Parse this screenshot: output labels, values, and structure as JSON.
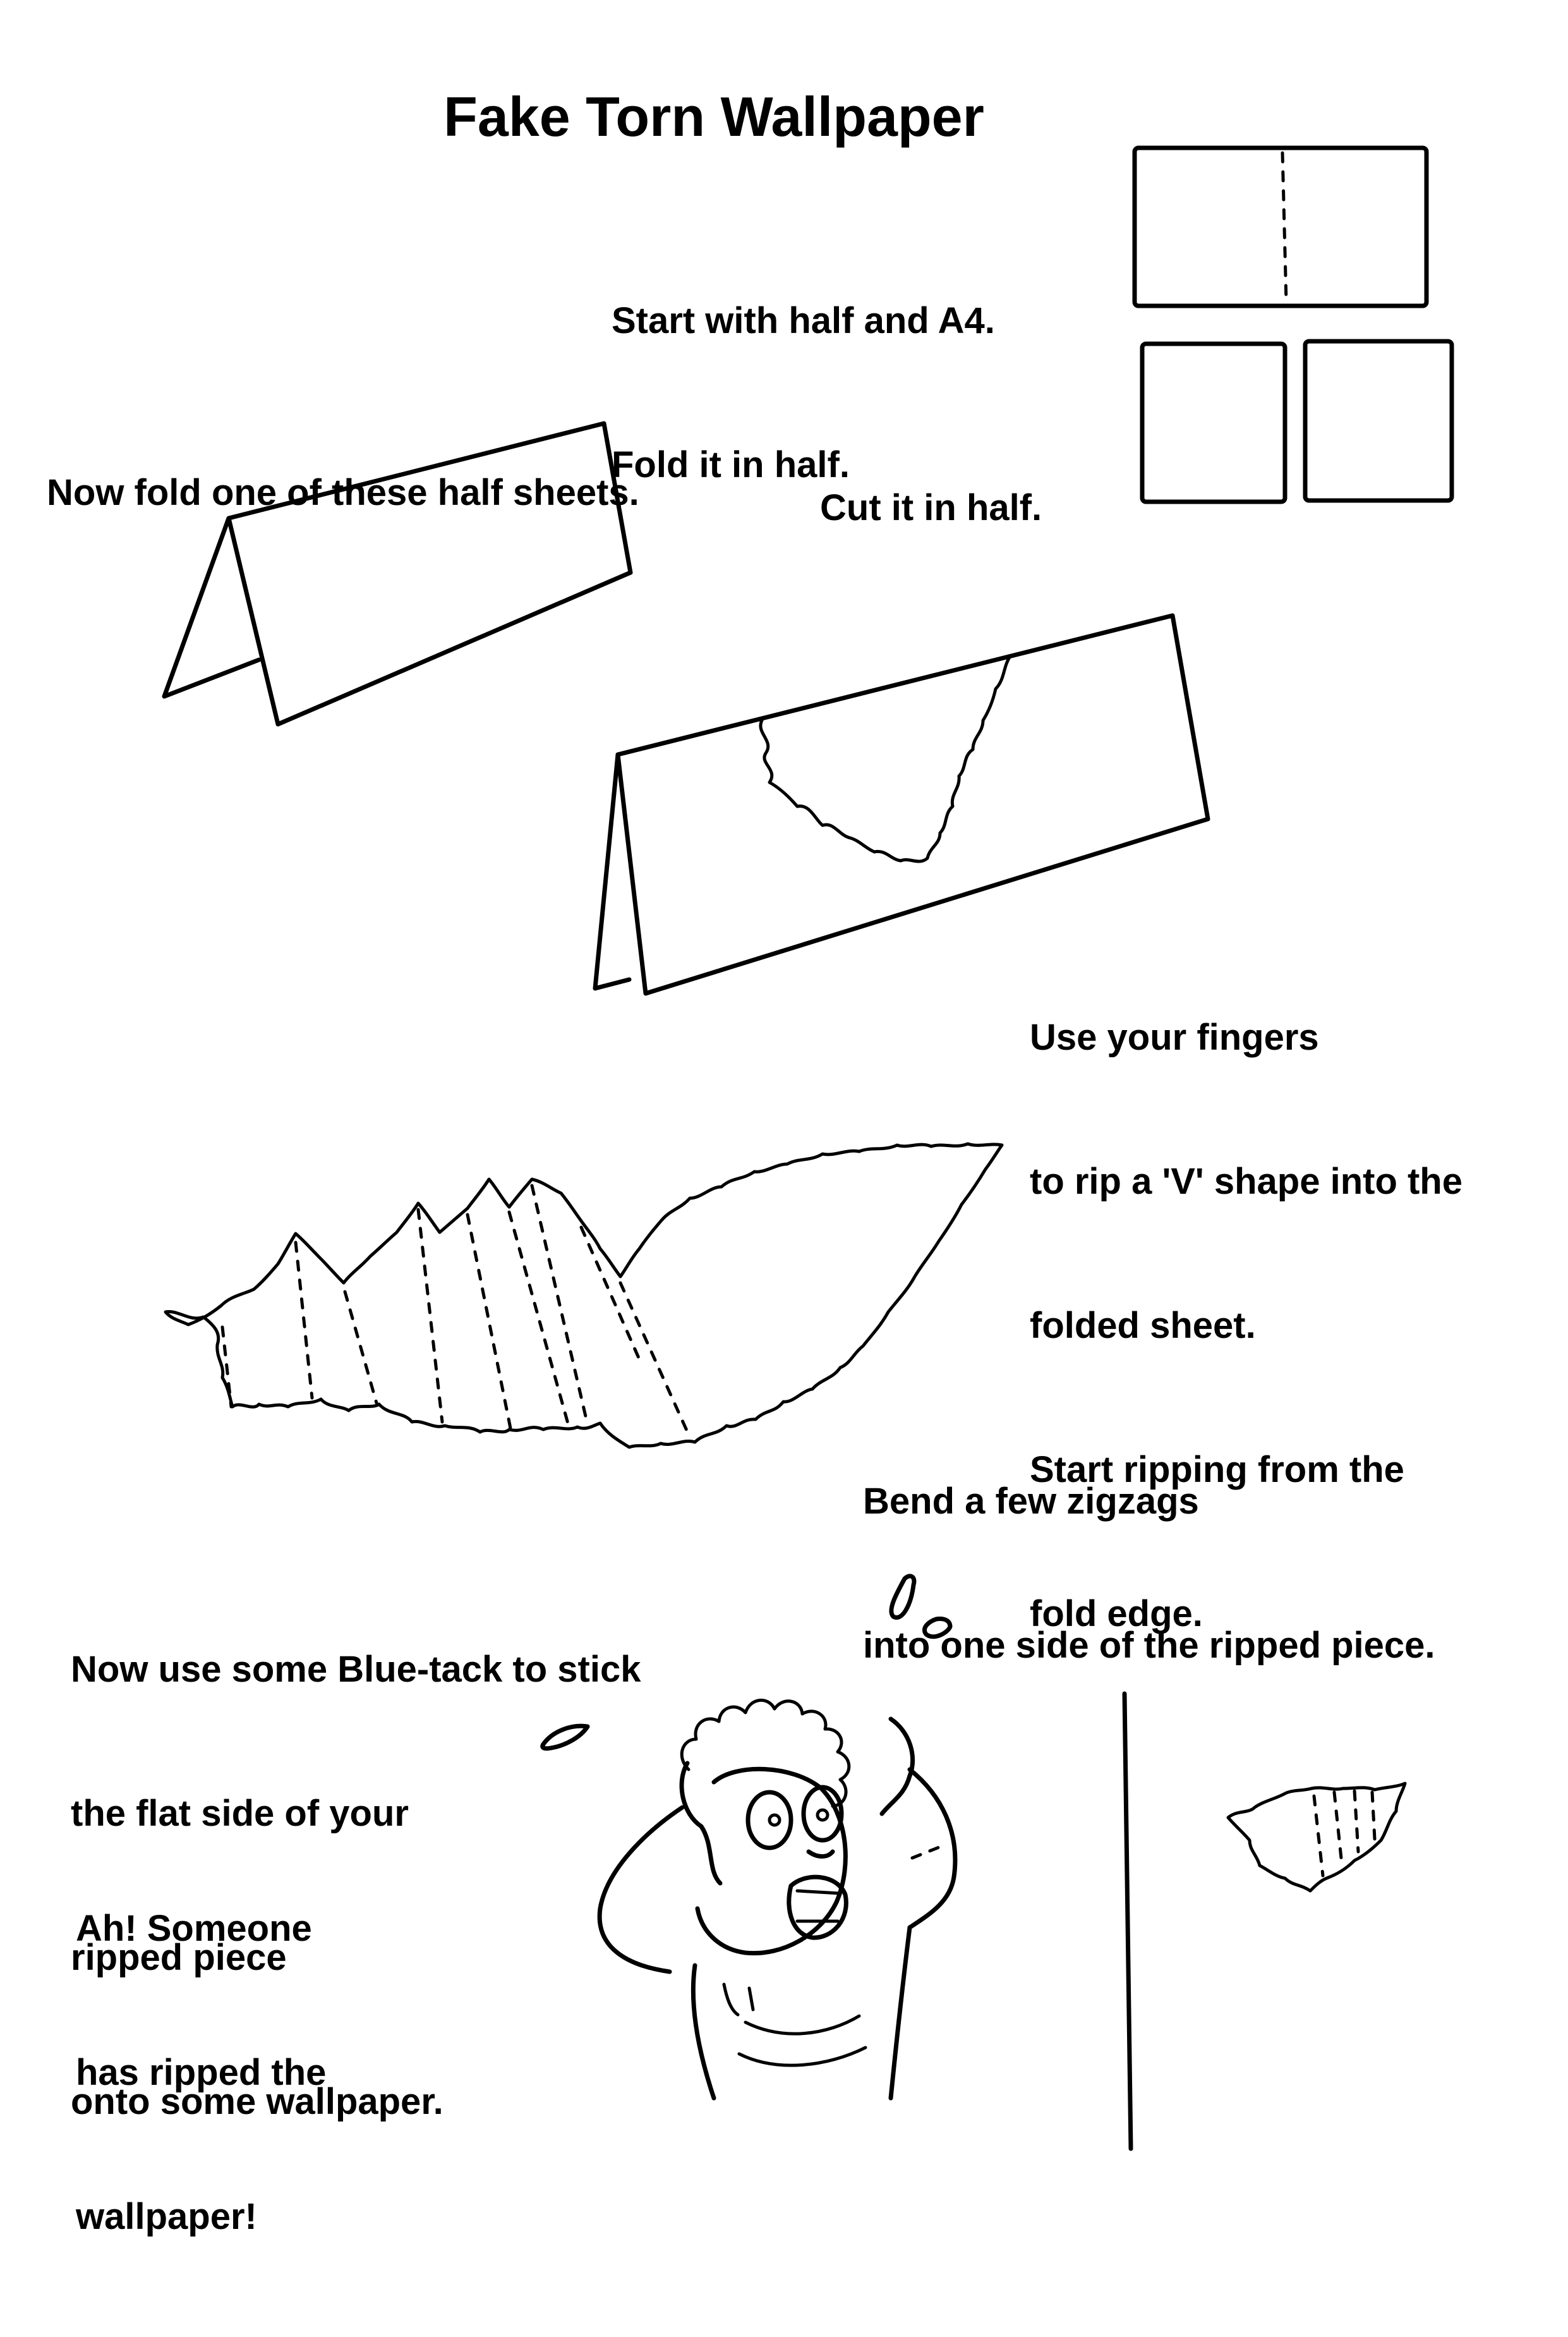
{
  "title": "Fake Torn Wallpaper",
  "steps": {
    "step1": [
      "Start with half and A4.",
      "Fold it in half."
    ],
    "step2": [
      "Cut it in half."
    ],
    "step3": [
      "Now fold one of these half sheets."
    ],
    "step4": [
      "Use your fingers",
      "to rip a 'V' shape into the",
      "folded sheet.",
      "Start ripping from the",
      "fold edge."
    ],
    "step5": [
      "Bend a few zigzags",
      "into one side of the ripped piece."
    ],
    "step6": [
      "Now use some Blue-tack to stick",
      "the flat side of your",
      "ripped piece",
      "onto some wallpaper."
    ],
    "step7": [
      "Ah! Someone",
      "has ripped the",
      "wallpaper!"
    ]
  }
}
